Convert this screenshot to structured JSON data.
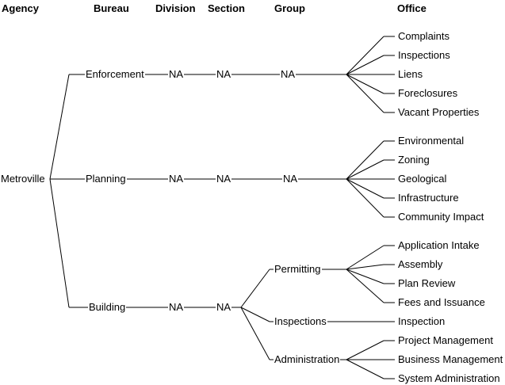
{
  "headers": {
    "agency": "Agency",
    "bureau": "Bureau",
    "division": "Division",
    "section": "Section",
    "group": "Group",
    "office": "Office"
  },
  "root": "Metroville",
  "bureaus": [
    {
      "name": "Enforcement",
      "division": "NA",
      "section": "NA",
      "groups": [
        {
          "name": "NA",
          "offices": [
            "Complaints",
            "Inspections",
            "Liens",
            "Foreclosures",
            "Vacant Properties"
          ]
        }
      ]
    },
    {
      "name": "Planning",
      "division": "NA",
      "section": "NA",
      "groups": [
        {
          "name": "NA",
          "offices": [
            "Environmental",
            "Zoning",
            "Geological",
            "Infrastructure",
            "Community Impact"
          ]
        }
      ]
    },
    {
      "name": "Building",
      "division": "NA",
      "section": "NA",
      "groups": [
        {
          "name": "Permitting",
          "offices": [
            "Application Intake",
            "Assembly",
            "Plan Review",
            "Fees and Issuance"
          ]
        },
        {
          "name": "Inspections",
          "offices": [
            "Inspection"
          ]
        },
        {
          "name": "Administration",
          "offices": [
            "Project Management",
            "Business Management",
            "System Administration"
          ]
        }
      ]
    }
  ]
}
